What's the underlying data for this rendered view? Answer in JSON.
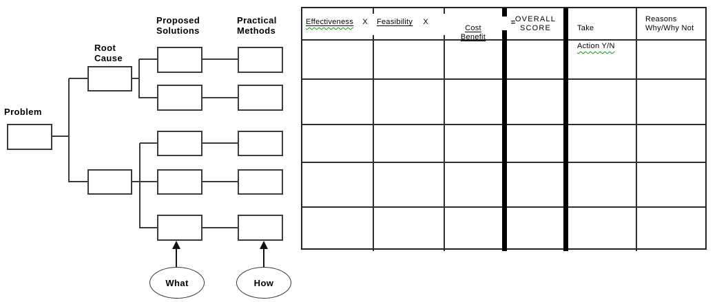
{
  "diagram": {
    "problem_label": "Problem",
    "root_cause_label": "Root\nCause",
    "proposed_solutions_label": "Proposed\nSolutions",
    "practical_methods_label": "Practical\nMethods",
    "what_label": "What",
    "how_label": "How"
  },
  "matrix": {
    "header": {
      "effectiveness": "Effectiveness",
      "effectiveness_op": "X",
      "feasibility": "Feasibility",
      "feasibility_op": "X",
      "cost_benefit": "Cost\nBenefit",
      "equals": "=",
      "overall_score": "OVERALL\nSCORE",
      "take_action_line1": "Take",
      "take_action_line2": "Action Y/N",
      "reasons": "Reasons\nWhy/Why Not"
    },
    "row_count": 5,
    "colors": {
      "grid": "#000000",
      "divider_bar": "#000000",
      "spellcheck_squiggle": "#00a000"
    }
  }
}
